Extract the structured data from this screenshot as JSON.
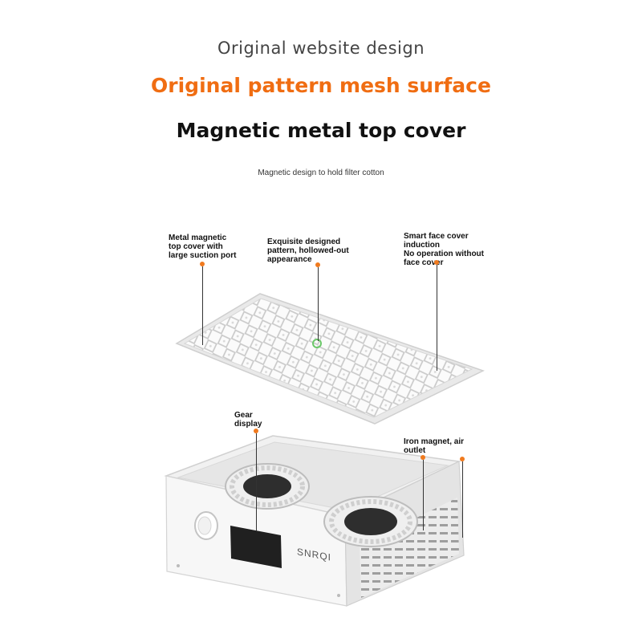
{
  "header": {
    "tagline": "Original website design",
    "headline": "Original pattern mesh surface",
    "subheadline": "Magnetic metal top cover",
    "note": "Magnetic design to hold filter cotton"
  },
  "callouts": {
    "metal_cover": "Metal magnetic\ntop cover with\nlarge suction port",
    "pattern": "Exquisite designed\npattern, hollowed-out\nappearance",
    "smart_induction": "Smart face cover\ninduction\nNo operation without\nface cover",
    "gear_display": "Gear\ndisplay",
    "iron_magnet": "Iron magnet, air\noutlet"
  },
  "product": {
    "brand": "SNRQI"
  },
  "colors": {
    "accent": "#f06d12",
    "device_body": "#f4f4f4",
    "fan_dark": "#2e2e2e",
    "indicator": "#6cc86a"
  }
}
